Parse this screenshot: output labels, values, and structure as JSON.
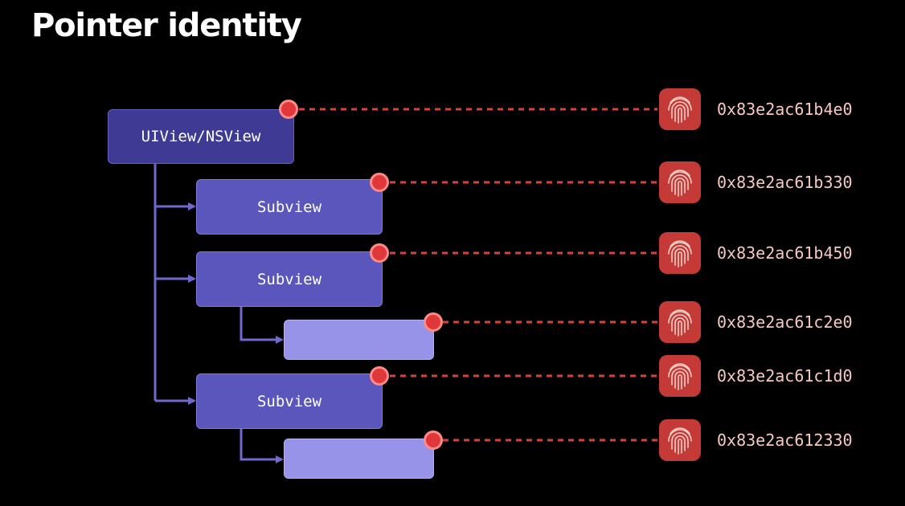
{
  "slide": {
    "title": "Pointer identity"
  },
  "colors": {
    "background": "#000000",
    "connector": "#6f69cf",
    "pointer_line": "#d8423d",
    "fingerprint_tile": "#c43a36",
    "address_text": "#f6c8c2"
  },
  "hierarchy": {
    "root": {
      "label": "UIView/NSView"
    },
    "subview_1": {
      "label": "Subview"
    },
    "subview_2": {
      "label": "Subview"
    },
    "subview_2_child": {
      "label": ""
    },
    "subview_3": {
      "label": "Subview"
    },
    "subview_3_child": {
      "label": ""
    }
  },
  "pointers": [
    {
      "icon": "fingerprint-icon",
      "address": "0x83e2ac61b4e0"
    },
    {
      "icon": "fingerprint-icon",
      "address": "0x83e2ac61b330"
    },
    {
      "icon": "fingerprint-icon",
      "address": "0x83e2ac61b450"
    },
    {
      "icon": "fingerprint-icon",
      "address": "0x83e2ac61c2e0"
    },
    {
      "icon": "fingerprint-icon",
      "address": "0x83e2ac61c1d0"
    },
    {
      "icon": "fingerprint-icon",
      "address": "0x83e2ac612330"
    }
  ]
}
